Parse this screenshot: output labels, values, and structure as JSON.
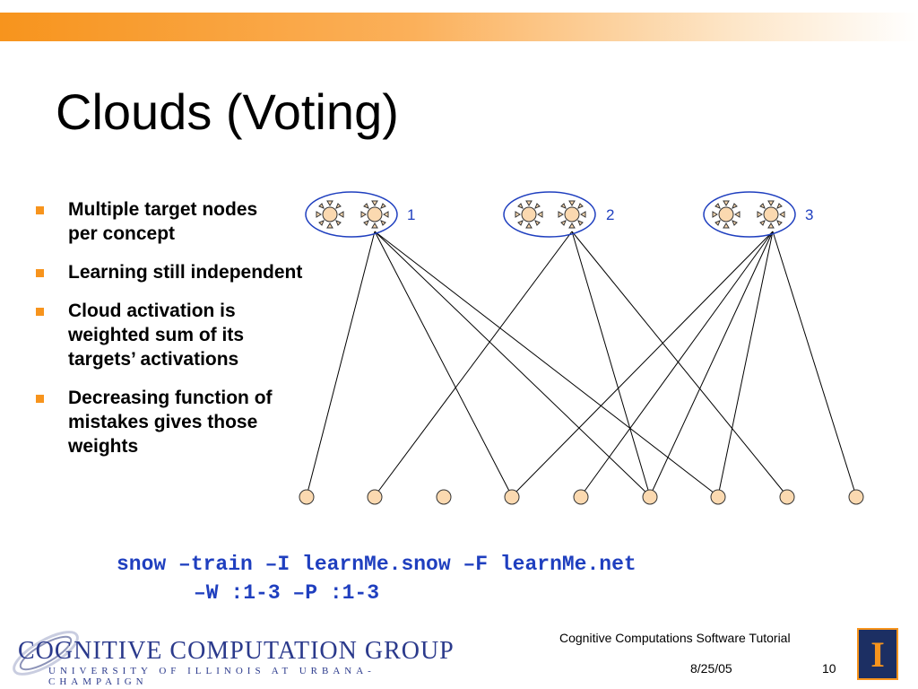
{
  "slide": {
    "title": "Clouds (Voting)",
    "bullets": [
      "Multiple target nodes per concept",
      "Learning still independent",
      "Cloud activation is weighted sum of its targets’ activations",
      "Decreasing function of mistakes gives those weights"
    ],
    "cloud_labels": [
      "1",
      "2",
      "3"
    ],
    "command": {
      "line1": "snow –train –I learnMe.snow –F learnMe.net",
      "line2": "–W :1-3 –P :1-3"
    }
  },
  "footer": {
    "course": "Cognitive Computations Software Tutorial",
    "date": "8/25/05",
    "page": "10",
    "logo_main": "COGNITIVE COMPUTATION GROUP",
    "logo_sub": "UNIVERSITY OF ILLINOIS AT URBANA-CHAMPAIGN",
    "university_mark": "I"
  },
  "colors": {
    "accent": "#f7941d",
    "cloud_outline": "#1f3fbf",
    "node_fill": "#fbd9b0",
    "command_text": "#1f3fbf",
    "logo_blue": "#2b3a8c"
  }
}
